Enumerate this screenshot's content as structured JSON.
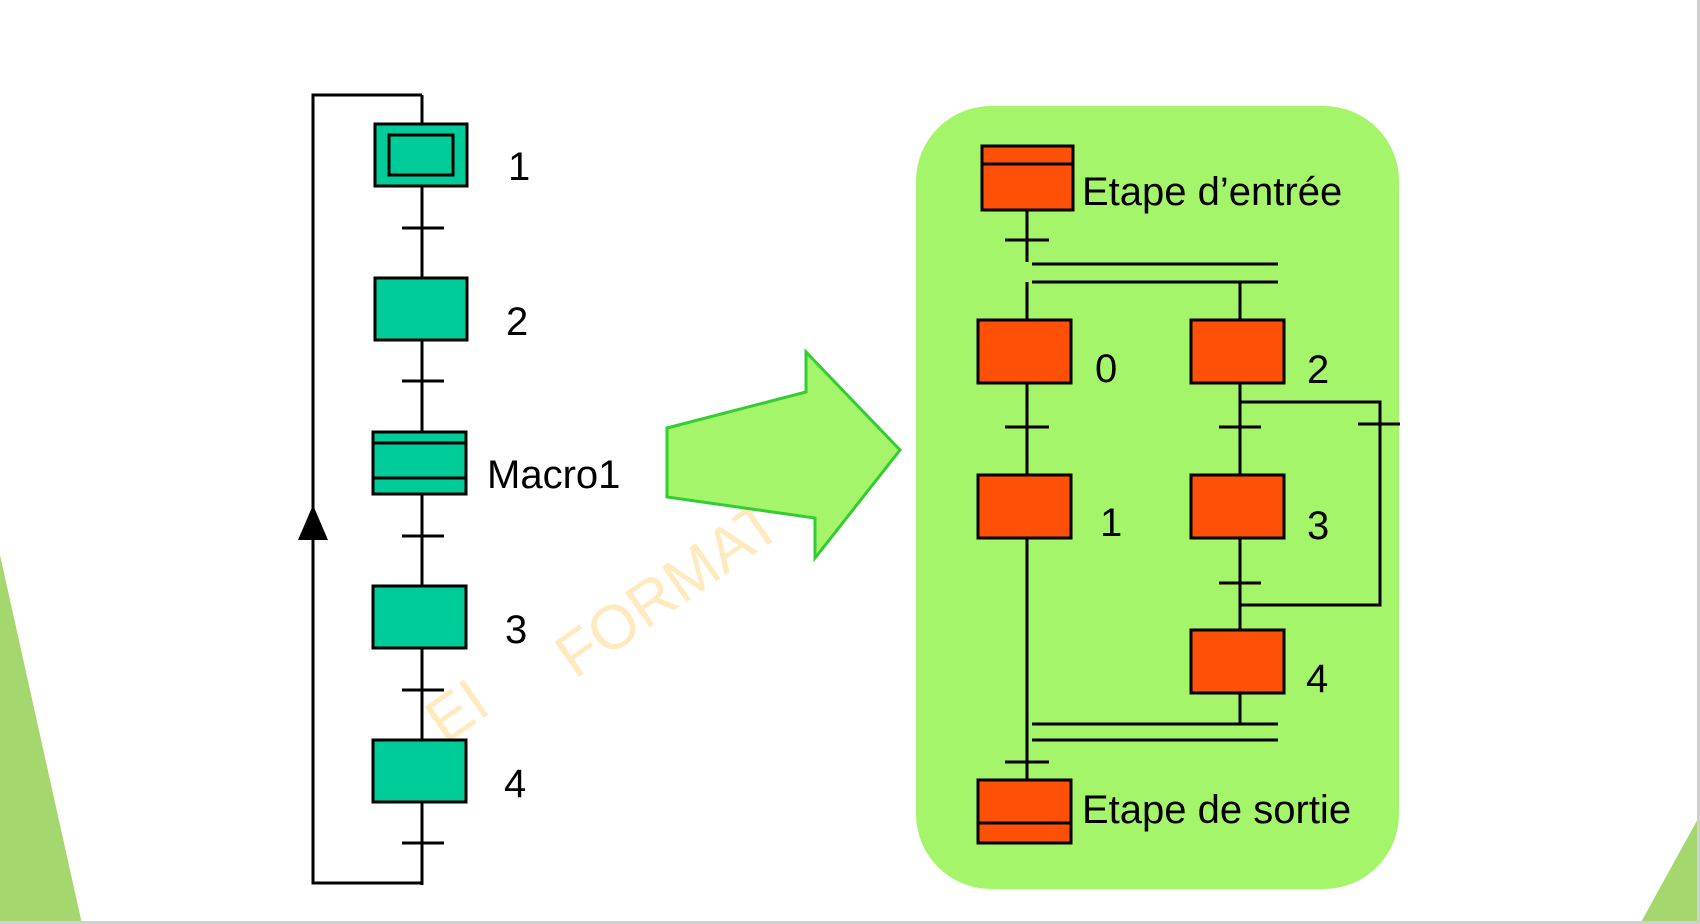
{
  "colors": {
    "teal_step": "#00cc99",
    "orange_step": "#ff5008",
    "macro_panel": "#a5f56a",
    "arrow_fill": "#a5f56a",
    "arrow_stroke": "#33cc33",
    "corner_decor": "#a4d86e",
    "watermark": "#ffe6b0"
  },
  "left_grafcet": {
    "steps": [
      {
        "label": "1",
        "kind": "initial"
      },
      {
        "label": "2",
        "kind": "normal"
      },
      {
        "label": "Macro1",
        "kind": "macro"
      },
      {
        "label": "3",
        "kind": "normal"
      },
      {
        "label": "4",
        "kind": "normal"
      }
    ]
  },
  "macro": {
    "entry_label": "Etape d’entrée",
    "exit_label": "Etape de sortie",
    "step_labels": {
      "s0": "0",
      "s1": "1",
      "s2": "2",
      "s3": "3",
      "s4": "4"
    }
  },
  "watermark": {
    "text": "FORMAT",
    "text2": "EI"
  }
}
